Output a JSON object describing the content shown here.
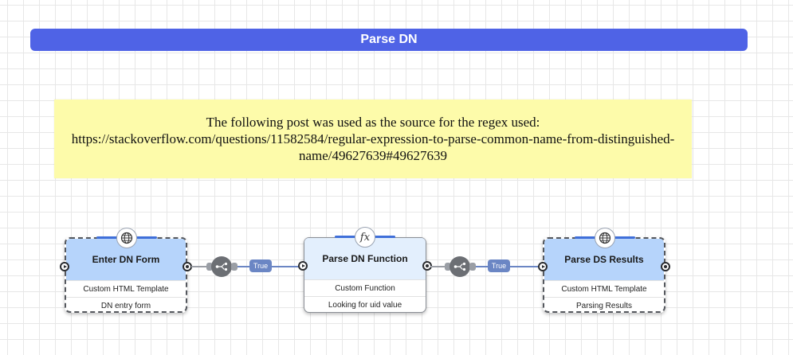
{
  "header": {
    "title": "Parse DN"
  },
  "note": {
    "text": "The following post was used as the source for the regex used: https://stackoverflow.com/questions/11582584/regular-expression-to-parse-common-name-from-distinguished-name/49627639#49627639",
    "background": "#fdfbaa"
  },
  "colors": {
    "title_bar": "#4f63e6",
    "edge": "#6b86c4",
    "node_head_blue": "#b6d4fb",
    "node_head_light": "#e3effd"
  },
  "nodes": [
    {
      "title": "Enter DN Form",
      "type": "Custom HTML Template",
      "description": "DN entry form",
      "icon": "globe-icon"
    },
    {
      "title": "Parse DN Function",
      "type": "Custom Function",
      "description": "Looking for uid value",
      "icon": "function-icon",
      "icon_glyph": "fx"
    },
    {
      "title": "Parse DS Results",
      "type": "Custom HTML Template",
      "description": "Parsing Results",
      "icon": "globe-icon"
    }
  ],
  "edges": [
    {
      "label": "True",
      "icon": "split-icon"
    },
    {
      "label": "True",
      "icon": "split-icon"
    }
  ]
}
